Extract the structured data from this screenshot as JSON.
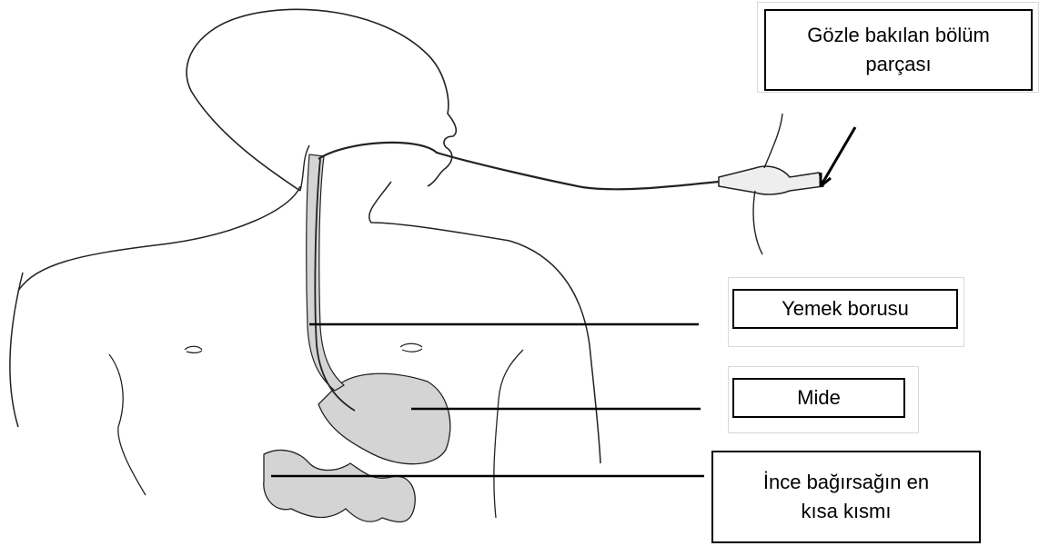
{
  "labels": {
    "eyepiece": {
      "line1": "Gözle bakılan bölüm",
      "line2": "parçası"
    },
    "esophagus": "Yemek borusu",
    "stomach": "Mide",
    "duodenum": {
      "line1": "İnce bağırsağın en",
      "line2": "kısa kısmı"
    }
  },
  "colors": {
    "ink": "#000000",
    "organ_fill": "#d4d4d4",
    "frame": "#d9d9d9"
  }
}
